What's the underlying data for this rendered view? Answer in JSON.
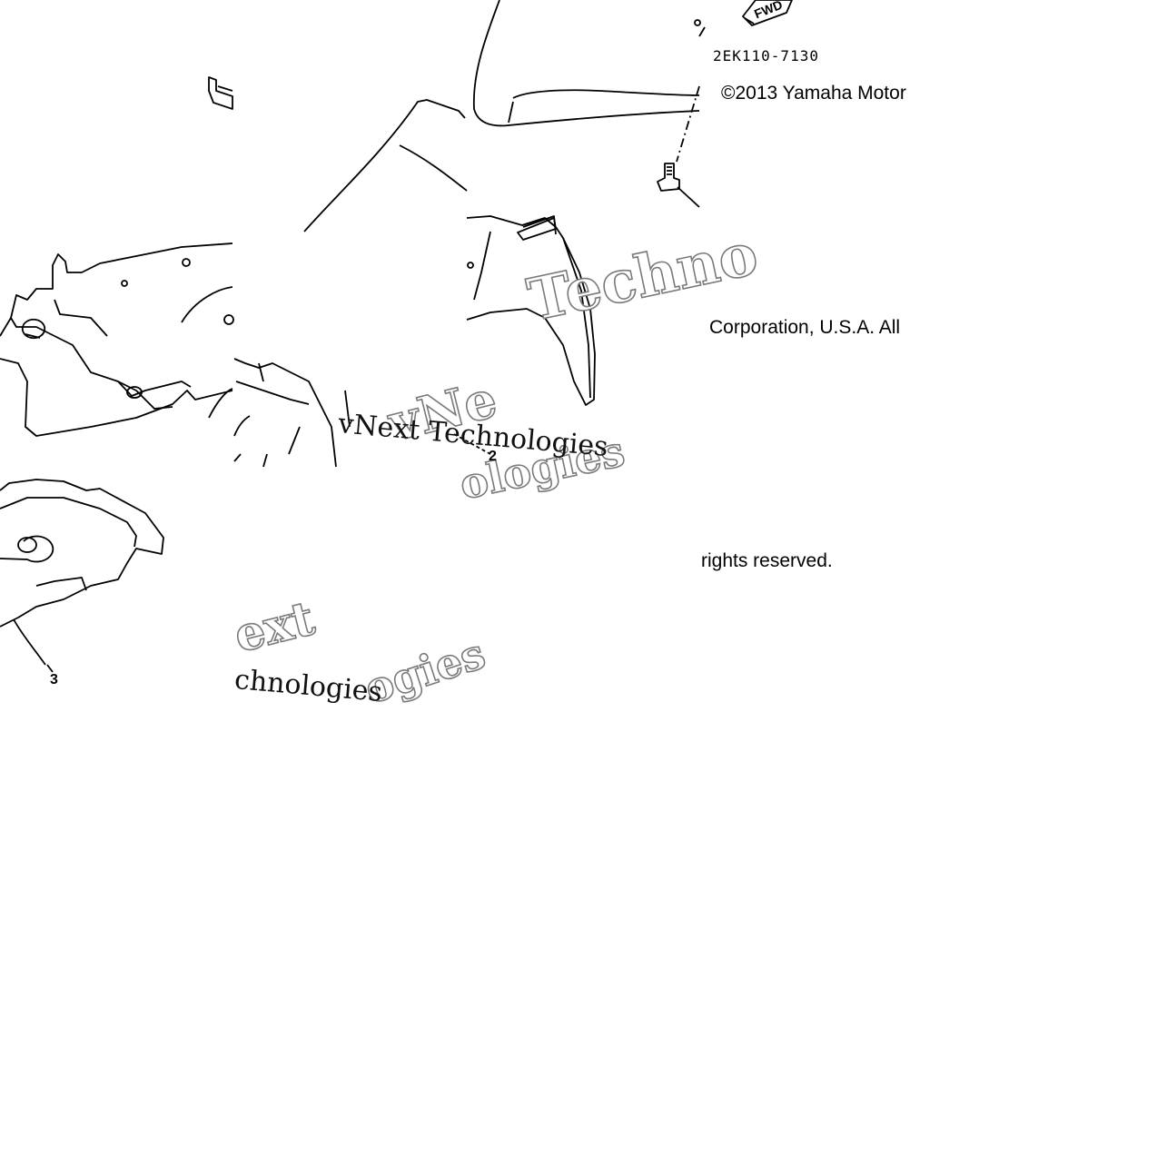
{
  "diagram": {
    "part_code": "2EK110-7130",
    "copyright": {
      "line1": "©2013 Yamaha Motor",
      "line2": "Corporation, U.S.A. All",
      "line3": "rights reserved."
    },
    "callouts": [
      "2",
      "3"
    ],
    "direction_tag": "FWD"
  },
  "watermarks": [
    "vNext Technologies",
    "Techno",
    "ext",
    "chnologies",
    "vNe",
    "ogies",
    "ologies"
  ],
  "colors": {
    "line": "#000000",
    "background": "#ffffff",
    "watermark_outline": "#7a7a7a"
  }
}
